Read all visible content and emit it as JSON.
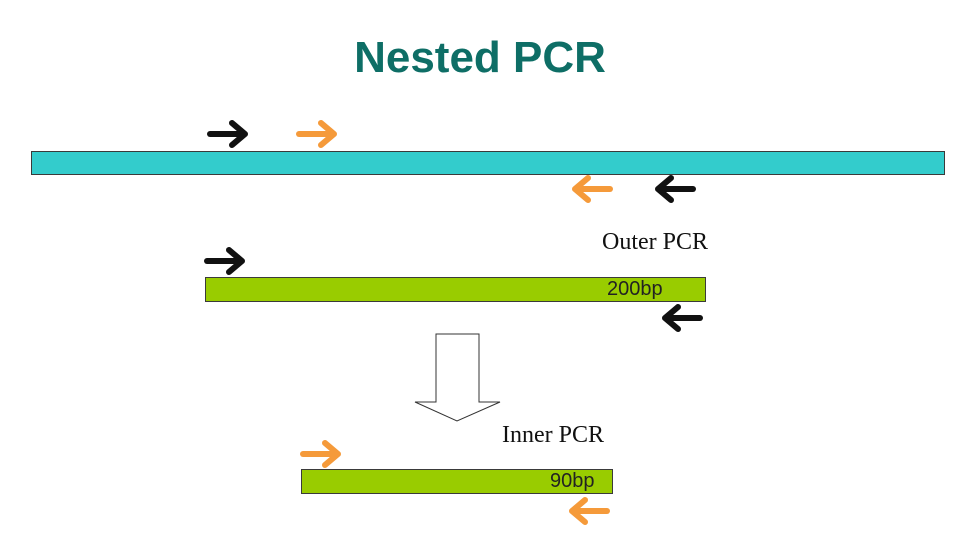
{
  "title": "Nested PCR",
  "colors": {
    "title": "#0e6e66",
    "template_strand": "#33cccc",
    "product_strand": "#99cc00",
    "outer_primer": "#111111",
    "inner_primer": "#f59a3a"
  },
  "steps": {
    "outer": {
      "label": "Outer PCR",
      "product_size": "200bp"
    },
    "inner": {
      "label": "Inner PCR",
      "product_size": "90bp"
    }
  },
  "icons": {
    "primer": "arrow-icon",
    "transition": "down-arrow-icon"
  }
}
